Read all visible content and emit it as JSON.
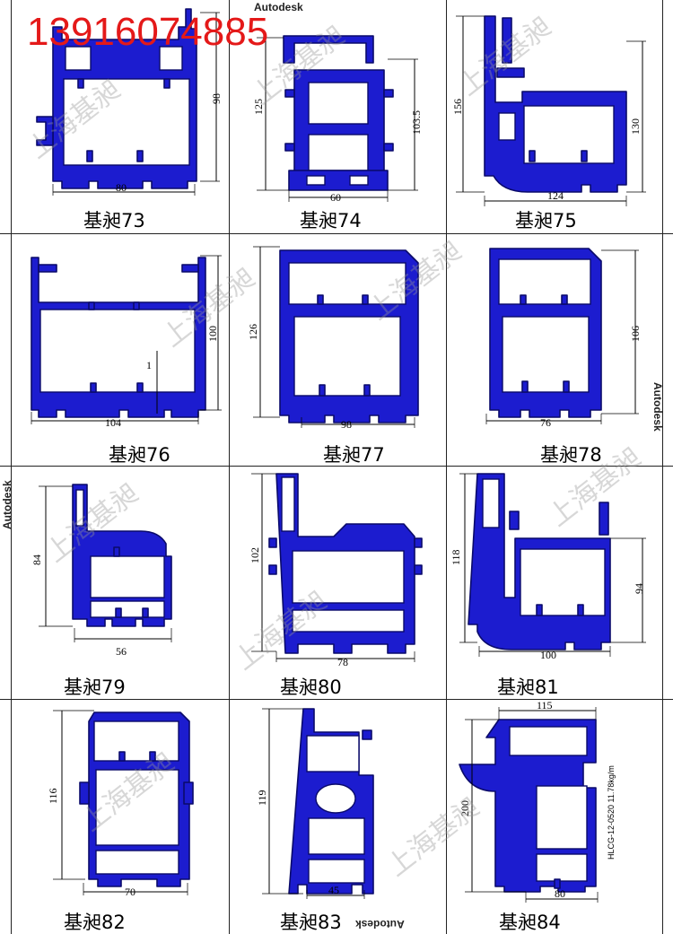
{
  "phone": "13916074885",
  "watermark": "上海基昶",
  "autodesk": "Autodesk",
  "profiles": [
    {
      "caption": "基昶73",
      "dims": [
        "80",
        "98"
      ]
    },
    {
      "caption": "基昶74",
      "dims": [
        "60",
        "125",
        "103.5"
      ]
    },
    {
      "caption": "基昶75",
      "dims": [
        "124",
        "156",
        "130"
      ]
    },
    {
      "caption": "基昶76",
      "dims": [
        "104",
        "100",
        "1"
      ]
    },
    {
      "caption": "基昶77",
      "dims": [
        "98",
        "126"
      ]
    },
    {
      "caption": "基昶78",
      "dims": [
        "76",
        "106"
      ]
    },
    {
      "caption": "基昶79",
      "dims": [
        "56",
        "84"
      ]
    },
    {
      "caption": "基昶80",
      "dims": [
        "78",
        "102"
      ]
    },
    {
      "caption": "基昶81",
      "dims": [
        "100",
        "118",
        "94"
      ]
    },
    {
      "caption": "基昶82",
      "dims": [
        "70",
        "116"
      ]
    },
    {
      "caption": "基昶83",
      "dims": [
        "45",
        "119"
      ]
    },
    {
      "caption": "基昶84",
      "dims": [
        "115",
        "200",
        "80"
      ],
      "side_text": "HLCG-12-0520   11.78kg/m"
    }
  ]
}
